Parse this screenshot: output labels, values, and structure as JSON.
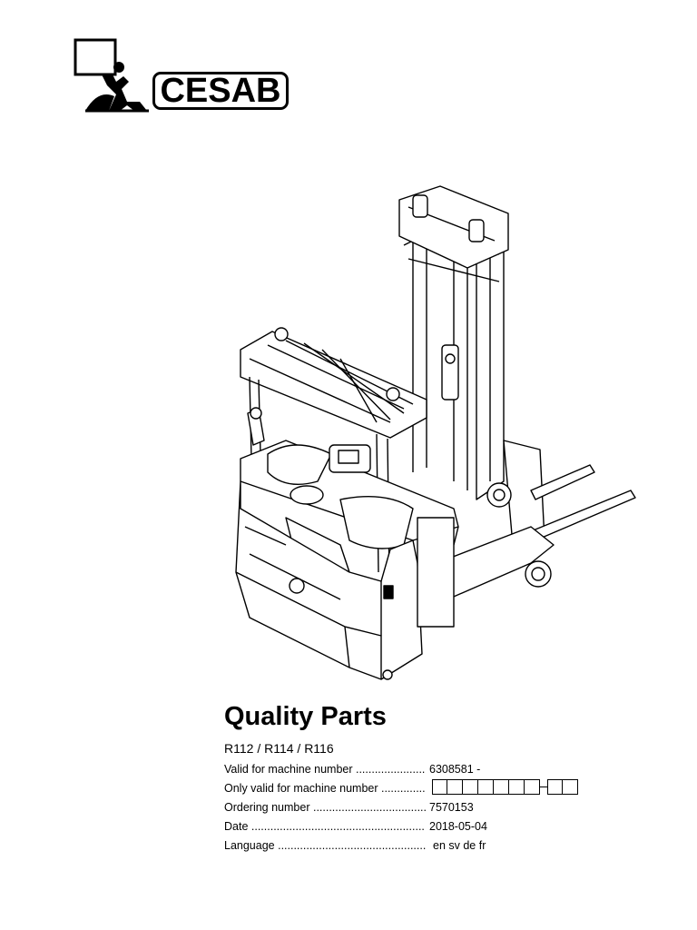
{
  "brand": {
    "name": "CESAB"
  },
  "document": {
    "title": "Quality Parts",
    "models": "R112 / R114 / R116",
    "fields": [
      {
        "label": "Valid for machine number",
        "value": "6308581 -"
      },
      {
        "label": "Only valid for machine number",
        "value": "",
        "boxes_first": 7,
        "boxes_second": 2
      },
      {
        "label": "Ordering number",
        "value": "7570153"
      },
      {
        "label": "Date",
        "value": "2018-05-04"
      },
      {
        "label": "Language",
        "value": "en sv de fr"
      }
    ]
  },
  "illustration": {
    "subject": "reach-truck-forklift",
    "style": "line-drawing"
  }
}
